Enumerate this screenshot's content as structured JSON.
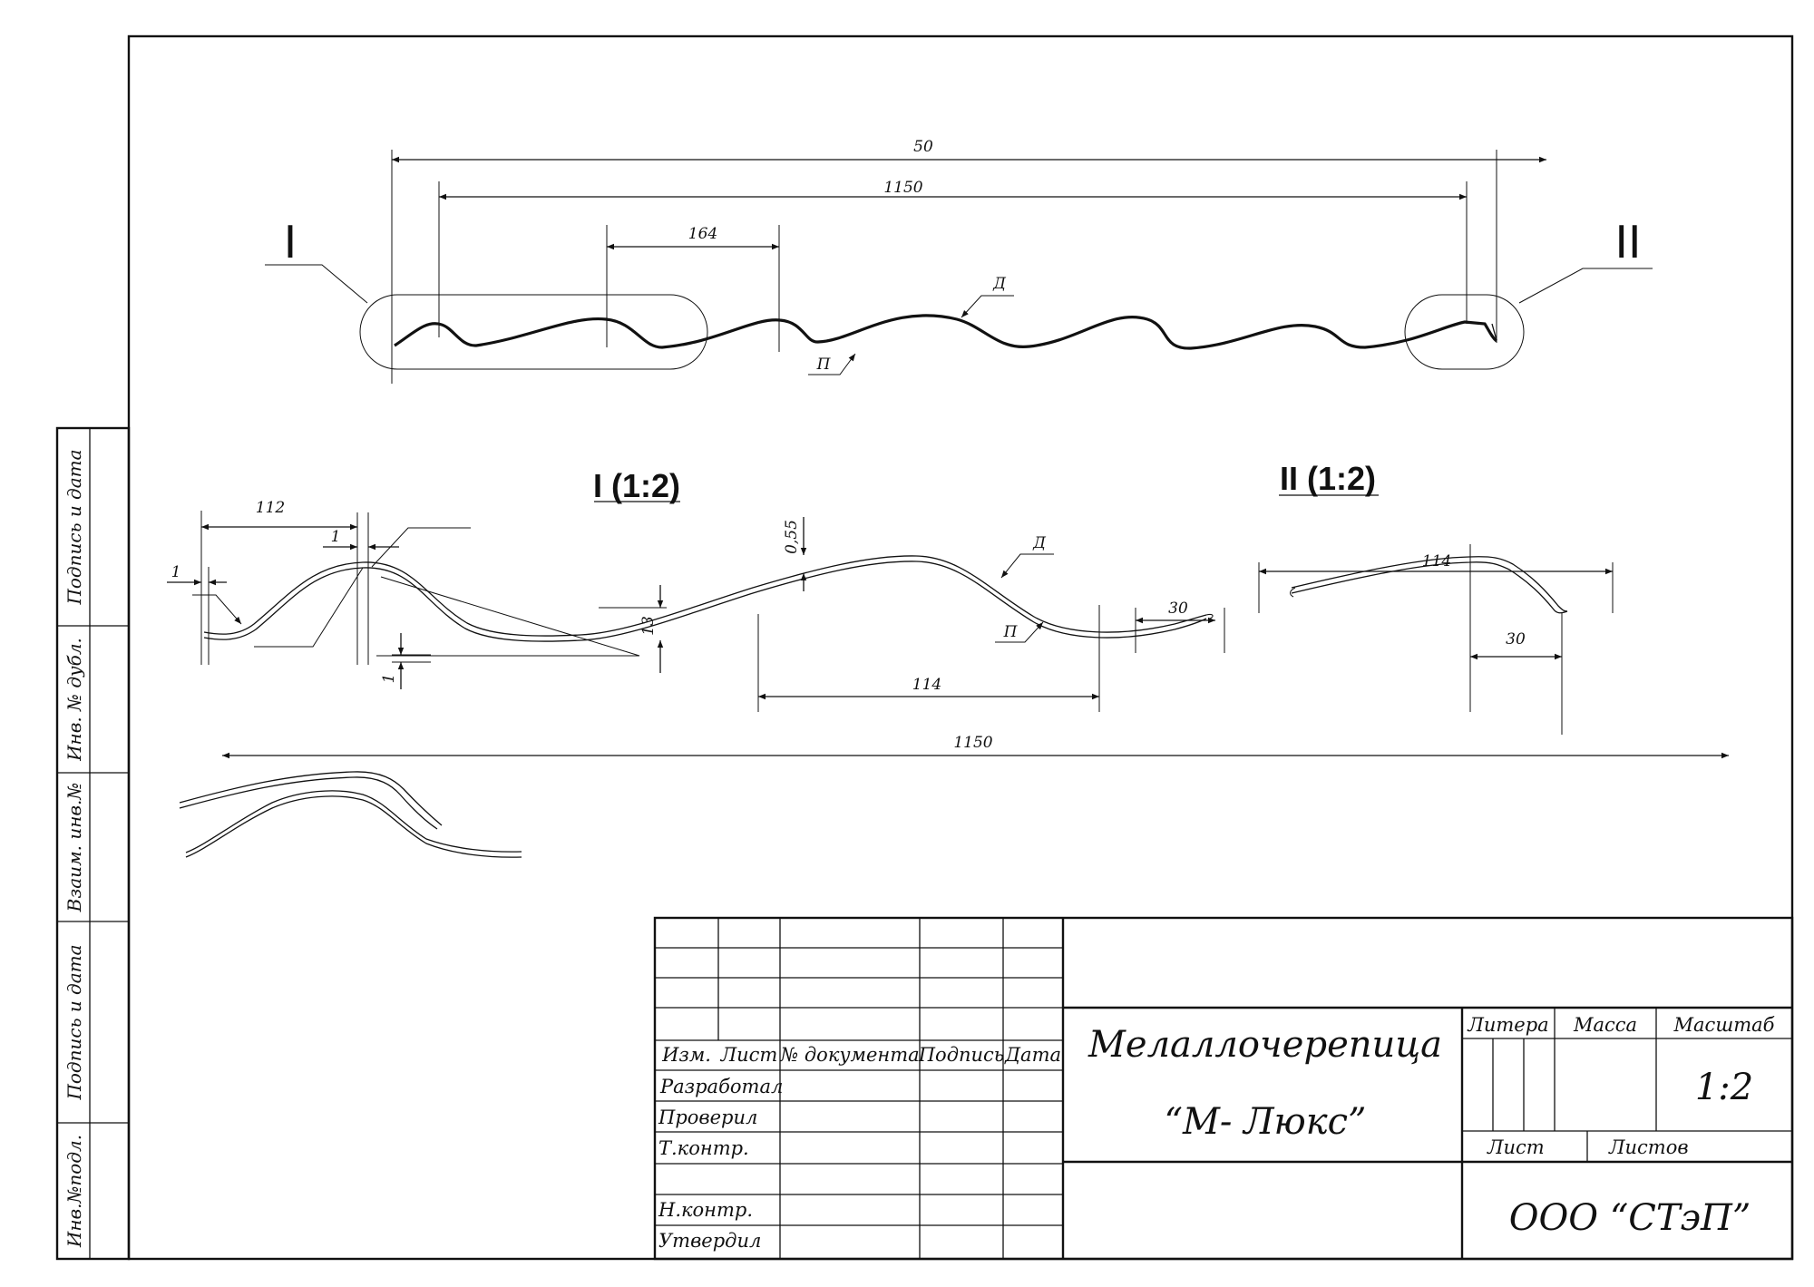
{
  "overview": {
    "callout_left": "I",
    "callout_right": "II",
    "dim_total": "50",
    "dim_cover": "1150",
    "dim_step": "164",
    "label_top": "Д",
    "label_bottom": "П"
  },
  "detail_1": {
    "title": "I (1:2)",
    "dim_112": "112",
    "dim_1_a": "1",
    "dim_1_b": "1",
    "dim_1_c": "1",
    "dim_055": "0,55",
    "dim_13": "13",
    "dim_114": "114",
    "dim_30": "30",
    "label_top": "Д",
    "label_bottom": "П"
  },
  "detail_2": {
    "title": "II (1:2)",
    "dim_114": "114",
    "dim_30": "30"
  },
  "overall_dim": "1150",
  "side_strip": [
    "Подпись и дата",
    "Инв. № дубл.",
    "Взаим. инв.№",
    "Подпись и дата",
    "Инв.№подл."
  ],
  "title_block": {
    "headers": [
      "Изм.",
      "Лист",
      "№ документа",
      "Подпись",
      "Дата"
    ],
    "roles": [
      "Разработал",
      "Проверил",
      "Т.контр.",
      "Н.контр.",
      "Утвердил"
    ],
    "title_line1": "Мелаллочерепица",
    "title_line2": "“М- Люкс”",
    "litera": "Литера",
    "massa": "Масса",
    "masshtab": "Масштаб",
    "scale": "1:2",
    "list": "Лист",
    "listov": "Листов",
    "company": "ООО “СТэП”"
  }
}
